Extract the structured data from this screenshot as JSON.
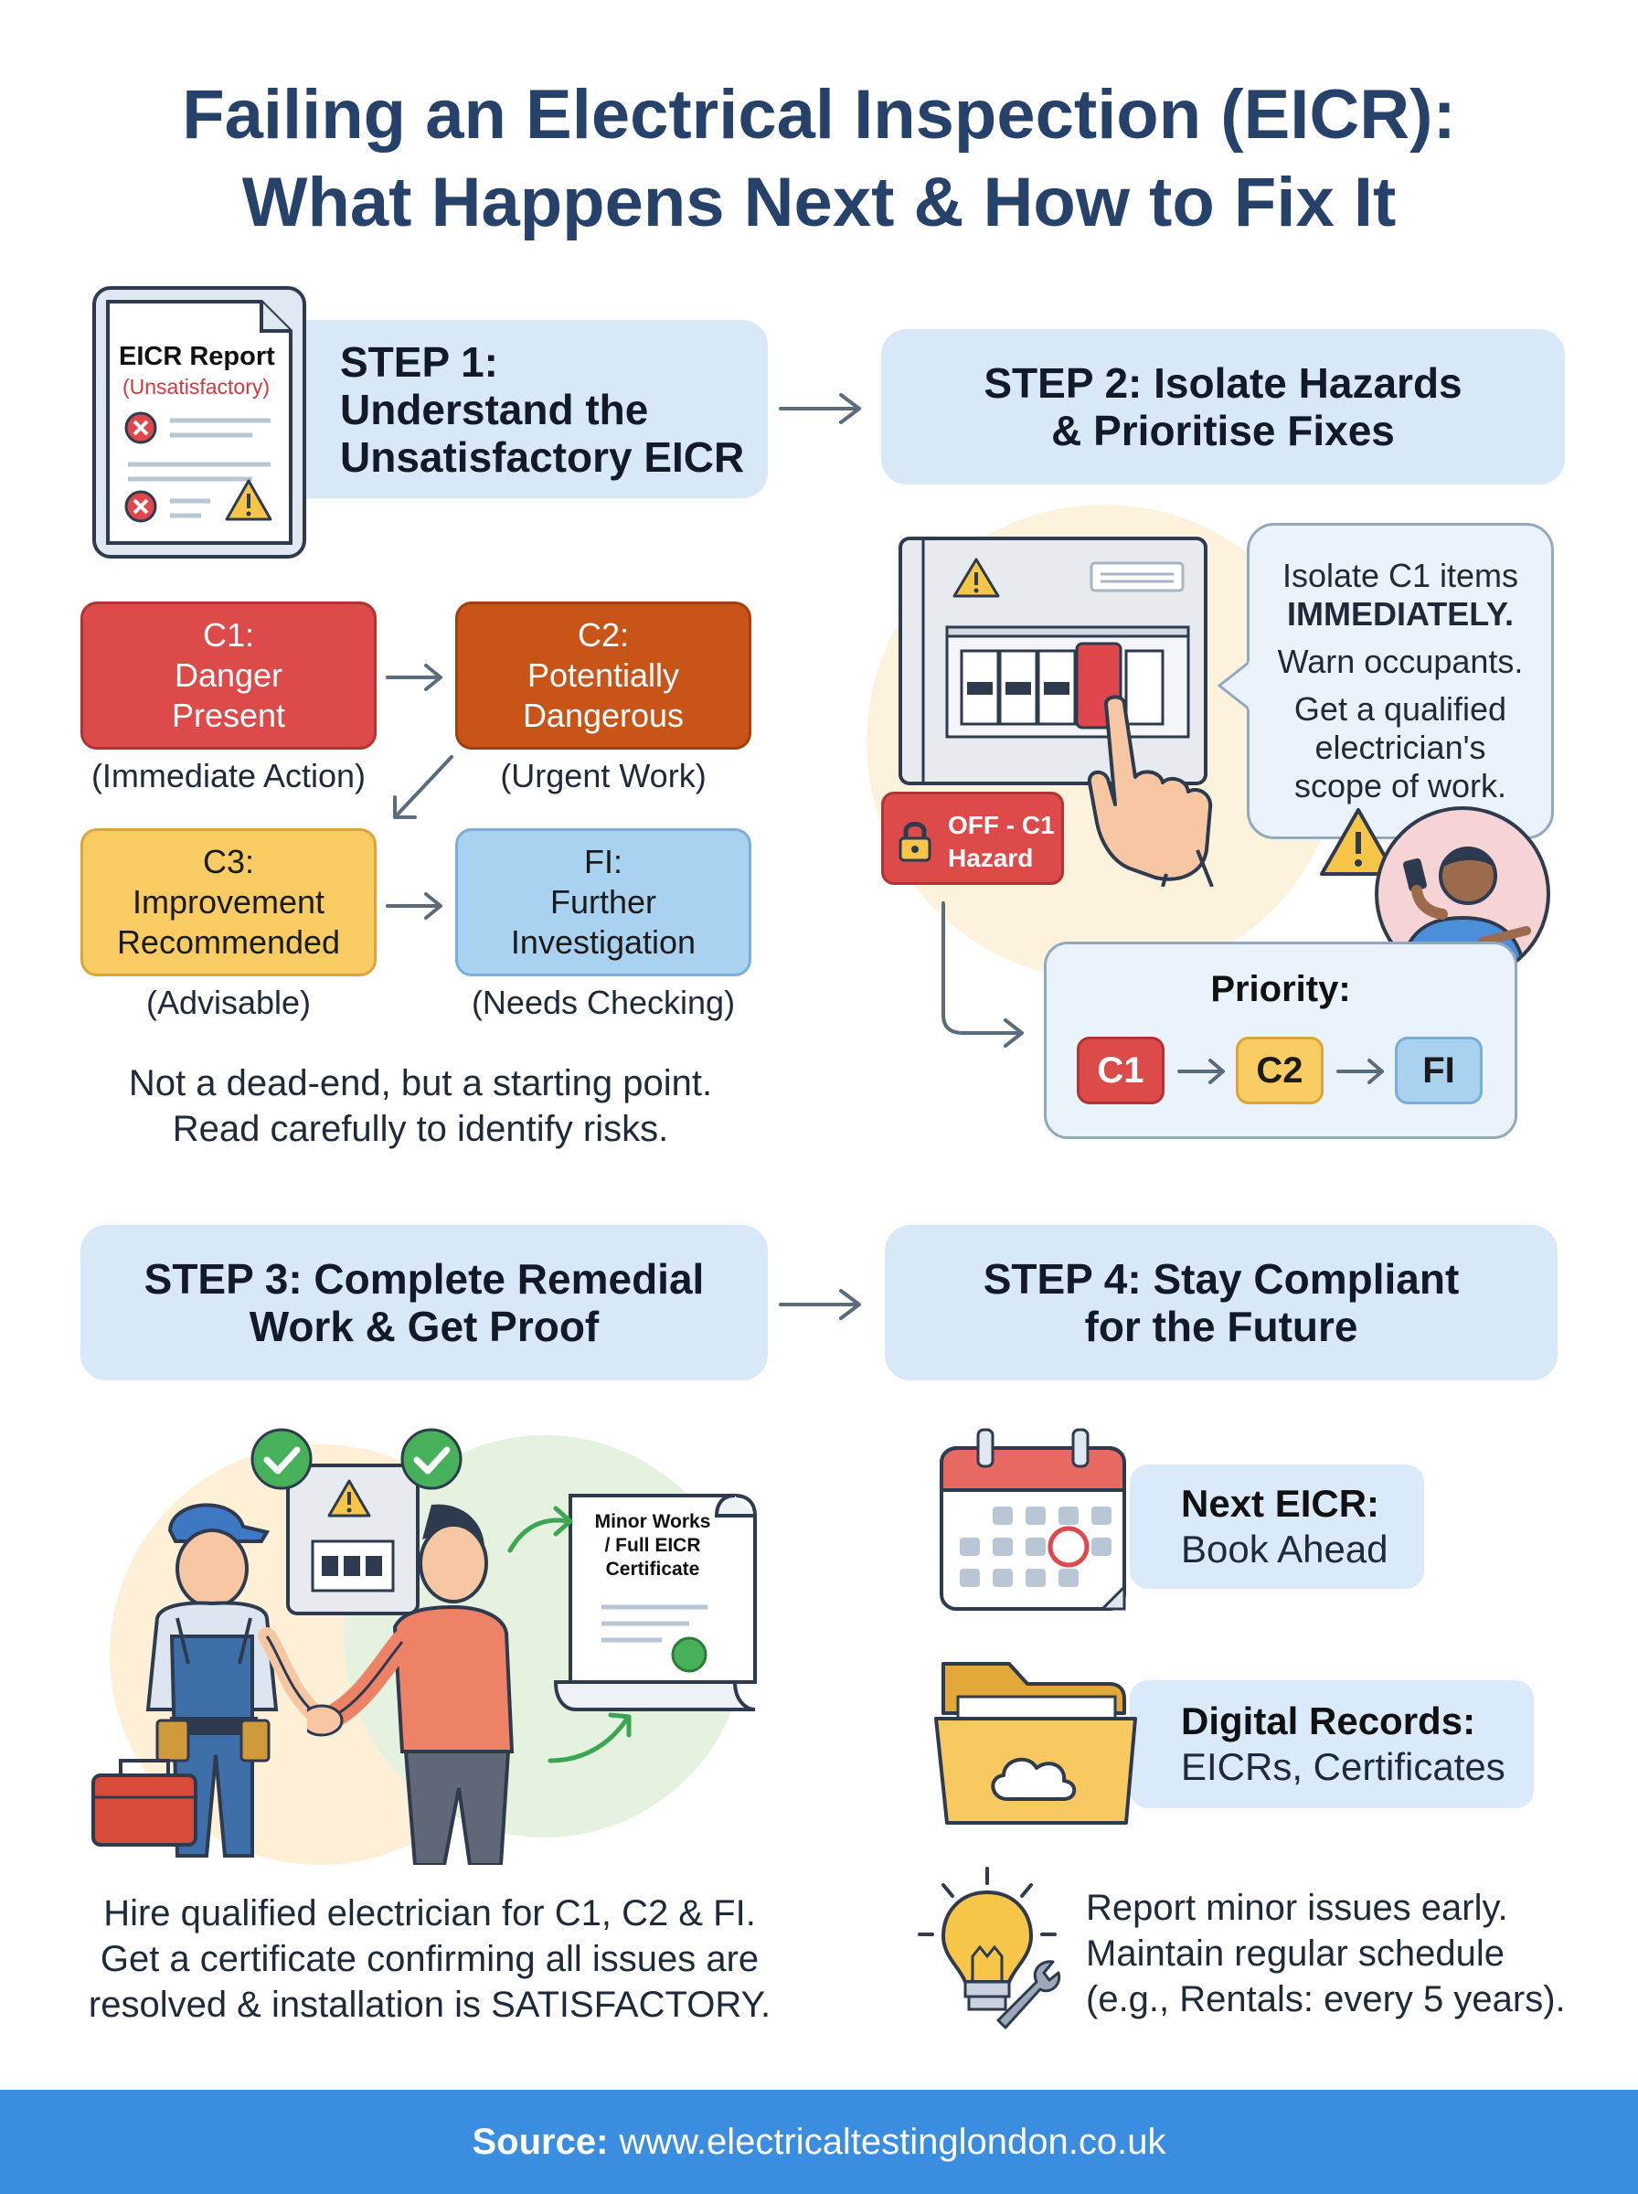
{
  "title": {
    "line1": "Failing an Electrical Inspection (EICR):",
    "line2": "What Happens Next & How to Fix It"
  },
  "step1": {
    "heading_line1": "STEP 1:",
    "heading_line2": "Understand the",
    "heading_line3": "Unsatisfactory EICR",
    "report_title": "EICR Report",
    "report_status": "(Unsatisfactory)",
    "categories": [
      {
        "line1": "C1:",
        "line2": "Danger",
        "line3": "Present",
        "caption": "(Immediate Action)"
      },
      {
        "line1": "C2:",
        "line2": "Potentially",
        "line3": "Dangerous",
        "caption": "(Urgent Work)"
      },
      {
        "line1": "C3:",
        "line2": "Improvement",
        "line3": "Recommended",
        "caption": "(Advisable)"
      },
      {
        "line1": "FI:",
        "line2": "Further",
        "line3": "Investigation",
        "caption": "(Needs Checking)"
      }
    ],
    "note_line1": "Not a dead-end, but a starting point.",
    "note_line2": "Read carefully to identify risks."
  },
  "step2": {
    "heading_line1": "STEP 2: Isolate Hazards",
    "heading_line2": "& Prioritise Fixes",
    "lock_tag_line1": "OFF - C1",
    "lock_tag_line2": "Hazard",
    "bubble_line1": "Isolate C1 items",
    "bubble_line2": "IMMEDIATELY.",
    "bubble_line3": "Warn occupants.",
    "bubble_line4": "Get a qualified",
    "bubble_line5": "electrician's",
    "bubble_line6": "scope of work.",
    "priority_label": "Priority:",
    "priority_order": [
      "C1",
      "C2",
      "FI"
    ]
  },
  "step3": {
    "heading_line1": "STEP 3: Complete Remedial",
    "heading_line2": "Work & Get Proof",
    "cert_line1": "Minor Works",
    "cert_line2": "/ Full EICR",
    "cert_line3": "Certificate",
    "note_line1": "Hire qualified electrician for C1, C2 & FI.",
    "note_line2": "Get a certificate confirming all issues are",
    "note_line3": "resolved & installation is SATISFACTORY."
  },
  "step4": {
    "heading_line1": "STEP 4: Stay Compliant",
    "heading_line2": "for the Future",
    "card1_title": "Next EICR:",
    "card1_text": "Book Ahead",
    "card2_title": "Digital Records:",
    "card2_text": "EICRs, Certificates",
    "tip_line1": "Report minor issues early.",
    "tip_line2": "Maintain regular schedule",
    "tip_line3": "(e.g., Rentals: every 5 years)."
  },
  "footer": {
    "label": "Source:",
    "url": "www.electricaltestinglondon.co.uk"
  },
  "colors": {
    "title": "#27426a",
    "step_box": "#d8e8f6",
    "c1": "#dc4a49",
    "c2": "#c95418",
    "c3": "#f9cb63",
    "fi": "#a9d1f0",
    "footer": "#3b8de0"
  }
}
